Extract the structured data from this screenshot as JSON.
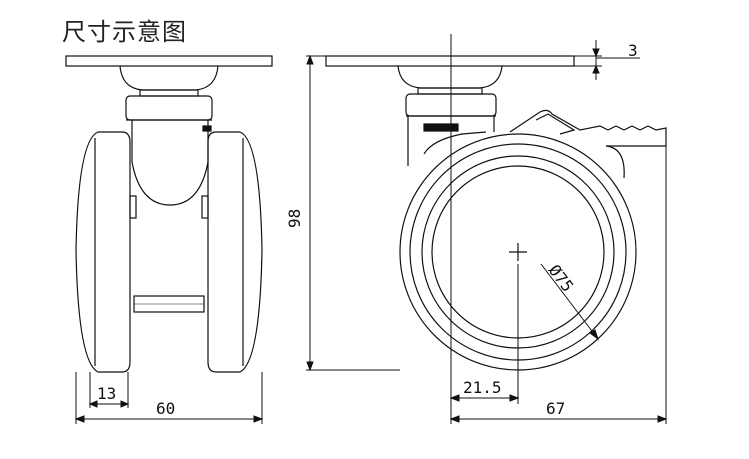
{
  "title": "尺寸示意图",
  "dimensions": {
    "top_plate_thickness": "3",
    "total_height": "98",
    "wheel_diameter": "Ø75",
    "wheel_width": "13",
    "front_width": "60",
    "offset": "21.5",
    "side_length": "67"
  },
  "colors": {
    "line": "#111111",
    "background": "#ffffff"
  }
}
